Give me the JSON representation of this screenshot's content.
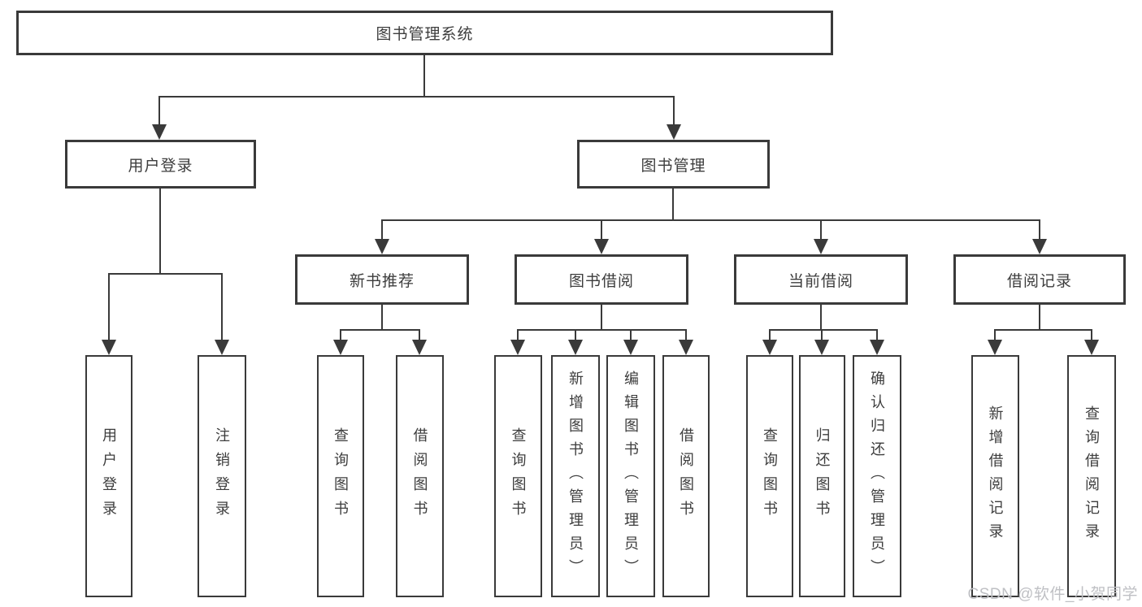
{
  "watermark": "CSDN @软件_小贺同学",
  "colors": {
    "background": "#ffffff",
    "line": "#3a3a3a",
    "text": "#3d3d3d",
    "watermark": "#bfc0c4"
  },
  "tree": {
    "root": {
      "label": "图书管理系统",
      "children": [
        {
          "label": "用户登录",
          "children": [
            {
              "label": "用户登录"
            },
            {
              "label": "注销登录"
            }
          ]
        },
        {
          "label": "图书管理",
          "children": [
            {
              "label": "新书推荐",
              "children": [
                {
                  "label": "查询图书"
                },
                {
                  "label": "借阅图书"
                }
              ]
            },
            {
              "label": "图书借阅",
              "children": [
                {
                  "label": "查询图书"
                },
                {
                  "label": "新增图书（管理员）"
                },
                {
                  "label": "编辑图书（管理员）"
                },
                {
                  "label": "借阅图书"
                }
              ]
            },
            {
              "label": "当前借阅",
              "children": [
                {
                  "label": "查询图书"
                },
                {
                  "label": "归还图书"
                },
                {
                  "label": "确认归还（管理员）"
                }
              ]
            },
            {
              "label": "借阅记录",
              "children": [
                {
                  "label": "新增借阅记录"
                },
                {
                  "label": "查询借阅记录"
                }
              ]
            }
          ]
        }
      ]
    }
  }
}
